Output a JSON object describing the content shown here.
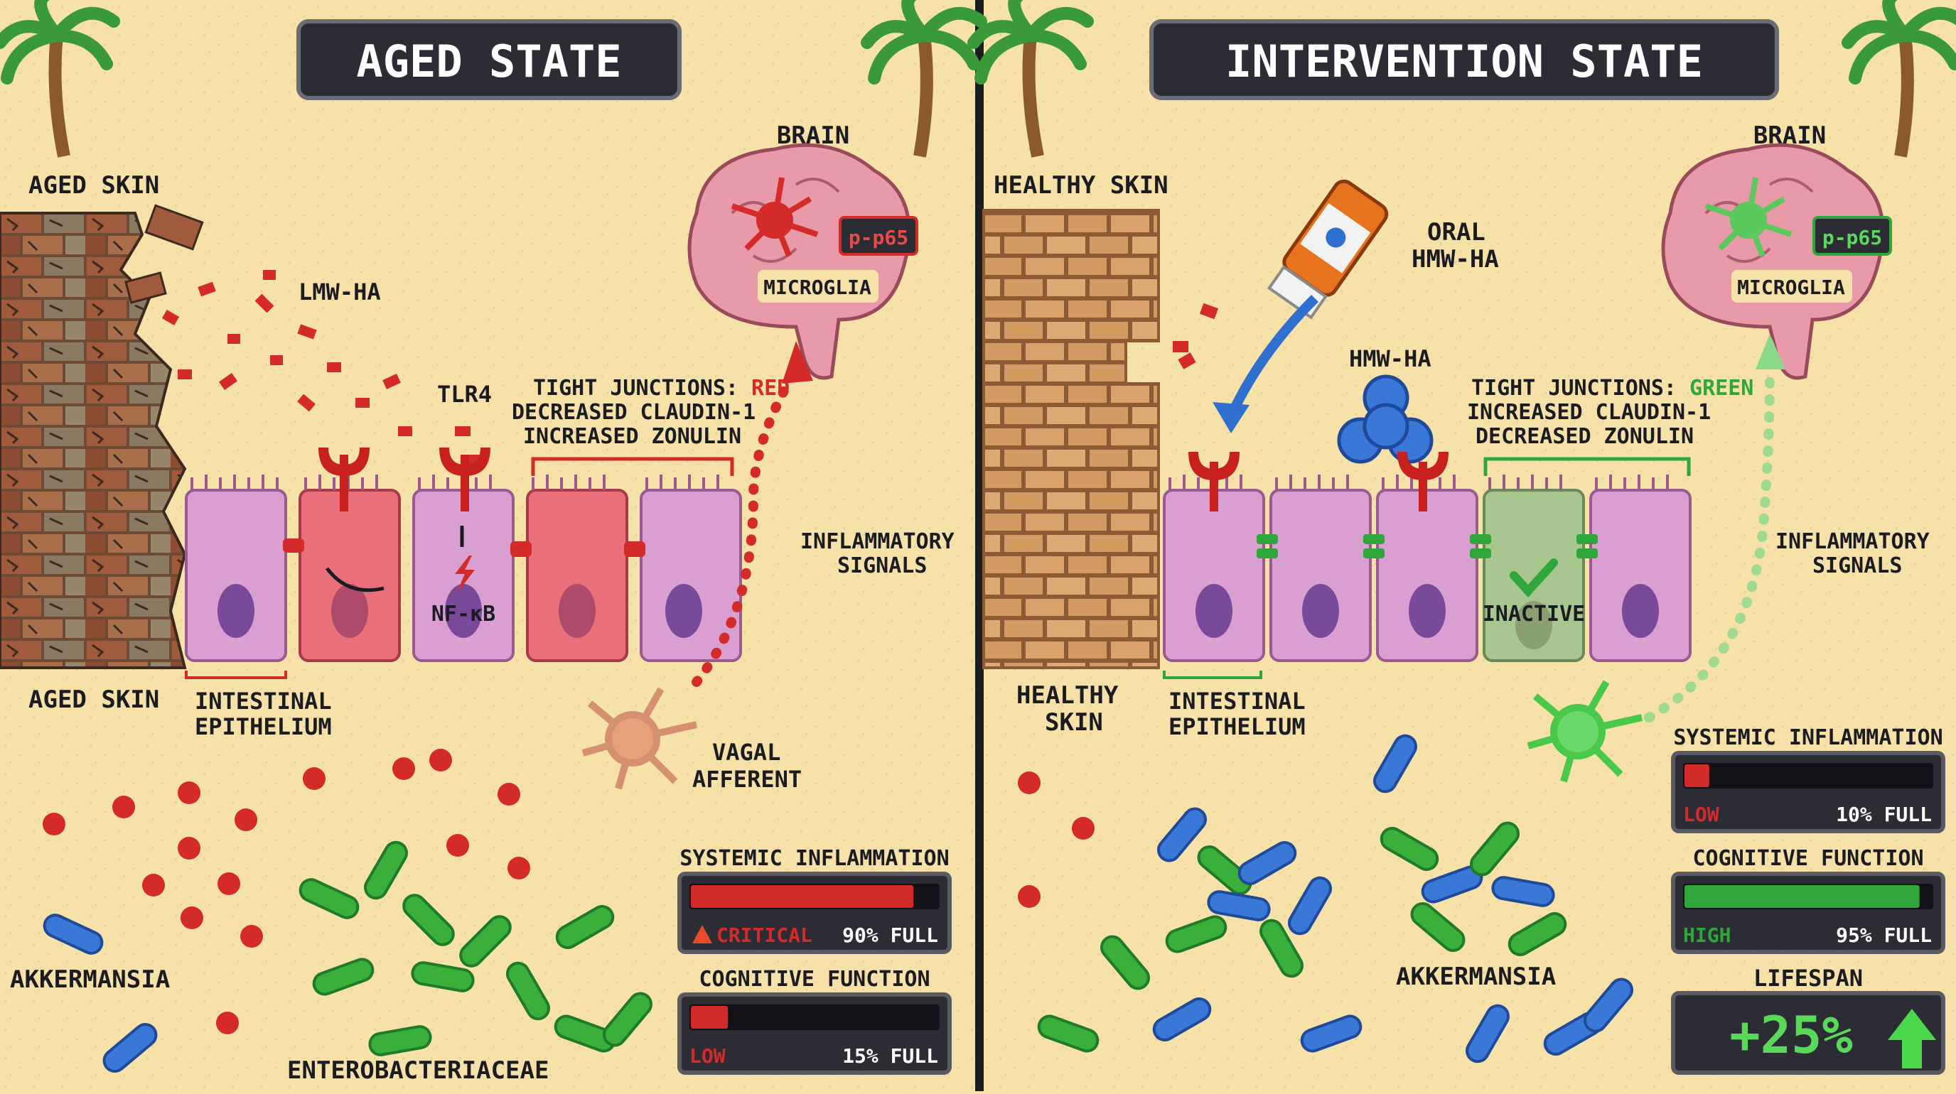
{
  "colors": {
    "background": "#f6e2a8",
    "ink": "#1b1b22",
    "red": "#d42a2a",
    "green": "#2fa63a",
    "blue": "#2e6fd0",
    "cell": "#d99fd0",
    "cell_inflamed": "#e9707a",
    "brain": "#e89aa8",
    "brick": "#a05a3c",
    "healthy_brick": "#d8a26a"
  },
  "aged": {
    "title": "AGED STATE",
    "skin_label_top": "AGED SKIN",
    "skin_label_bottom": "AGED SKIN",
    "lmw_label": "LMW-HA",
    "tlr4_label": "TLR4",
    "nfkb_label": "NF-κB",
    "brain_label": "BRAIN",
    "microglia_label": "MICROGLIA",
    "pp65_label": "p-p65",
    "tj_line1_prefix": "TIGHT JUNCTIONS: ",
    "tj_line1_status": "RED",
    "tj_line2": "DECREASED CLAUDIN-1",
    "tj_line3": "INCREASED ZONULIN",
    "epithelium_line1": "INTESTINAL",
    "epithelium_line2": "EPITHELIUM",
    "signals_line1": "INFLAMMATORY",
    "signals_line2": "SIGNALS",
    "vagal_line1": "VAGAL",
    "vagal_line2": "AFFERENT",
    "akkermansia_label": "AKKERMANSIA",
    "entero_label": "ENTEROBACTERIACEAE",
    "meters": [
      {
        "title": "SYSTEMIC INFLAMMATION",
        "status": "CRITICAL",
        "status_icon": "warning-icon",
        "value_text": "90% FULL",
        "level": 0.9
      },
      {
        "title": "COGNITIVE FUNCTION",
        "status": "LOW",
        "value_text": "15% FULL",
        "level": 0.15
      }
    ]
  },
  "intervention": {
    "title": "INTERVENTION STATE",
    "skin_label_top": "HEALTHY SKIN",
    "skin_label_bottom_1": "HEALTHY",
    "skin_label_bottom_2": "SKIN",
    "oral_line1": "ORAL",
    "oral_line2": "HMW-HA",
    "hmw_label": "HMW-HA",
    "brain_label": "BRAIN",
    "microglia_label": "MICROGLIA",
    "pp65_label": "p-p65",
    "tj_line1_prefix": "TIGHT JUNCTIONS: ",
    "tj_line1_status": "GREEN",
    "tj_line2": "INCREASED CLAUDIN-1",
    "tj_line3": "DECREASED ZONULIN",
    "inactive_label": "INACTIVE",
    "epithelium_line1": "INTESTINAL",
    "epithelium_line2": "EPITHELIUM",
    "signals_line1": "INFLAMMATORY",
    "signals_line2": "SIGNALS",
    "akkermansia_label": "AKKERMANSIA",
    "meters": [
      {
        "title": "SYSTEMIC INFLAMMATION",
        "status": "LOW",
        "value_text": "10% FULL",
        "level": 0.1
      },
      {
        "title": "COGNITIVE FUNCTION",
        "status": "HIGH",
        "value_text": "95% FULL",
        "level": 0.95
      }
    ],
    "lifespan_title": "LIFESPAN",
    "lifespan_value": "+25%"
  }
}
